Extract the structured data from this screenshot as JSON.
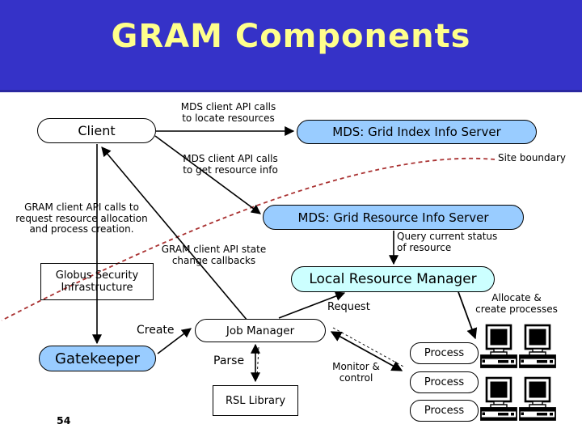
{
  "slide": {
    "title": "GRAM Components",
    "number": "54"
  },
  "colors": {
    "header_bg": "#3532c8",
    "header_underline": "#2a28a0",
    "title_yellow": "#ffff8c",
    "node_blue": "#99ccff",
    "node_cyan": "#ccffff",
    "node_white": "#ffffff",
    "boundary_red": "#aa3333",
    "line_black": "#000000"
  },
  "nodes": {
    "client": "Client",
    "mds_index": "MDS: Grid Index Info Server",
    "mds_resource": "MDS: Grid Resource Info Server",
    "local_resource_manager": "Local Resource Manager",
    "globus_security": "Globus Security Infrastructure",
    "gatekeeper": "Gatekeeper",
    "job_manager": "Job Manager",
    "rsl_library": "RSL Library",
    "processes": [
      "Process",
      "Process",
      "Process"
    ]
  },
  "edge_labels": {
    "locate": "MDS client API calls\nto locate resources",
    "get_info": "MDS client API calls\nto get resource info",
    "site_boundary": "Site boundary",
    "gram_calls": "GRAM client API calls to\nrequest resource allocation\nand process creation.",
    "callbacks": "GRAM client API state\nchange callbacks",
    "query": "Query current status\nof resource",
    "request": "Request",
    "create": "Create",
    "allocate": "Allocate &\ncreate processes",
    "monitor": "Monitor &\ncontrol",
    "parse": "Parse"
  },
  "icons": {
    "computer": "desktop-computer-icon"
  }
}
